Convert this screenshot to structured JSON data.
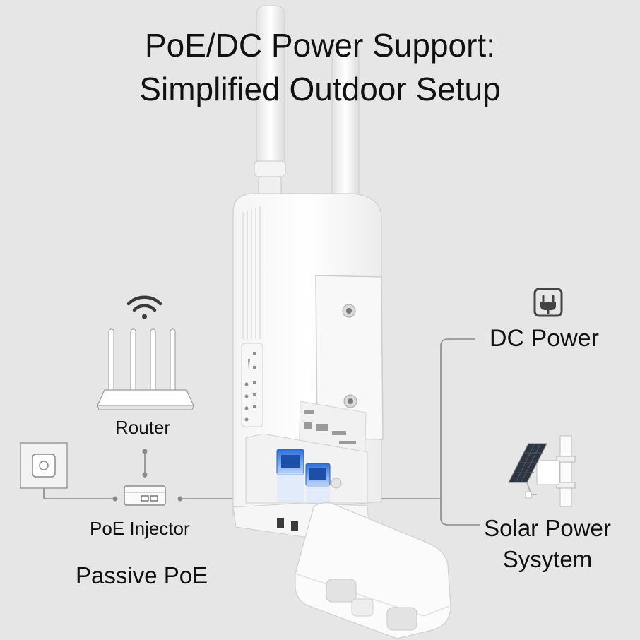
{
  "title": {
    "line1": "PoE/DC Power Support:",
    "line2": "Simplified Outdoor Setup"
  },
  "labels": {
    "router": "Router",
    "poe_injector": "PoE Injector",
    "passive_poe": "Passive PoE",
    "dc_power": "DC Power",
    "solar_power": "Solar Power Sysytem"
  },
  "colors": {
    "background": "#e6e6e7",
    "device_body": "#ffffff",
    "line": "#8a8a8a",
    "port_accent": "#3f7fe0",
    "text": "#111111"
  },
  "icons": {
    "wifi": "wifi-icon",
    "dc_plug": "dc-plug-icon",
    "wall_outlet": "wall-outlet-icon"
  }
}
